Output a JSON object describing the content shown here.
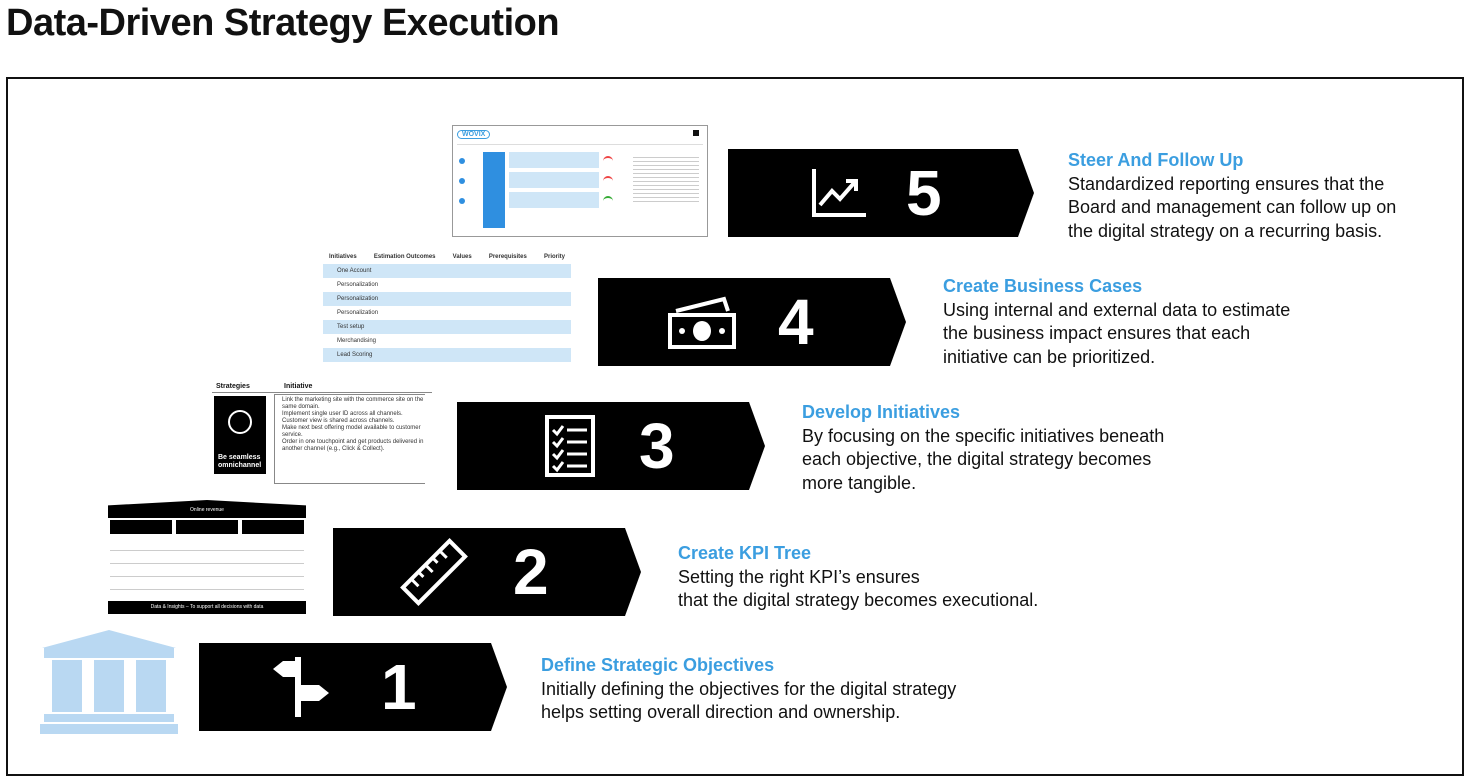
{
  "page": {
    "title": "Data-Driven Strategy Execution"
  },
  "colors": {
    "accent": "#3b9ee0",
    "step_bg": "#000000",
    "step_fg": "#ffffff"
  },
  "steps": [
    {
      "number": "1",
      "icon": "signpost-icon",
      "title": "Define Strategic Objectives",
      "body": "Initially defining the objectives for the digital strategy\nhelps setting overall direction and ownership."
    },
    {
      "number": "2",
      "icon": "ruler-icon",
      "title": "Create KPI Tree",
      "body": "Setting the right KPI’s ensures\nthat the digital strategy becomes executional."
    },
    {
      "number": "3",
      "icon": "checklist-icon",
      "title": "Develop Initiatives",
      "body": "By focusing on the specific initiatives beneath\neach objective, the digital strategy becomes\nmore tangible."
    },
    {
      "number": "4",
      "icon": "money-icon",
      "title": "Create Business Cases",
      "body": "Using internal and external data to estimate\nthe business impact ensures that each\ninitiative can be prioritized."
    },
    {
      "number": "5",
      "icon": "trend-chart-icon",
      "title": "Steer And Follow Up",
      "body": "Standardized reporting ensures that the\nBoard and management can follow up on\nthe digital strategy on a recurring basis."
    }
  ],
  "thumb3": {
    "col1": "Strategies",
    "col2": "Initiative",
    "card_label": "Be seamless omnichannel",
    "bullets": [
      "Link the marketing site with the commerce site on the same domain.",
      "Implement single user ID across all channels.",
      "Customer view is shared across channels.",
      "Make next best offering model available to customer service.",
      "Order in one touchpoint and get products delivered in another channel (e.g., Click & Collect)."
    ]
  },
  "thumb4": {
    "headers": [
      "Initiatives",
      "Estimation Outcomes",
      "Values",
      "Prerequisites",
      "Priority"
    ],
    "rows": [
      "One Account",
      "Personalization",
      "Personalization",
      "Personalization",
      "Test setup",
      "Merchandising",
      "Lead Scoring"
    ]
  },
  "thumb2": {
    "top": "Online revenue",
    "bottom": "Data & Insights – To support all decisions with data"
  },
  "thumb5": {
    "logo": "WOVIX"
  }
}
